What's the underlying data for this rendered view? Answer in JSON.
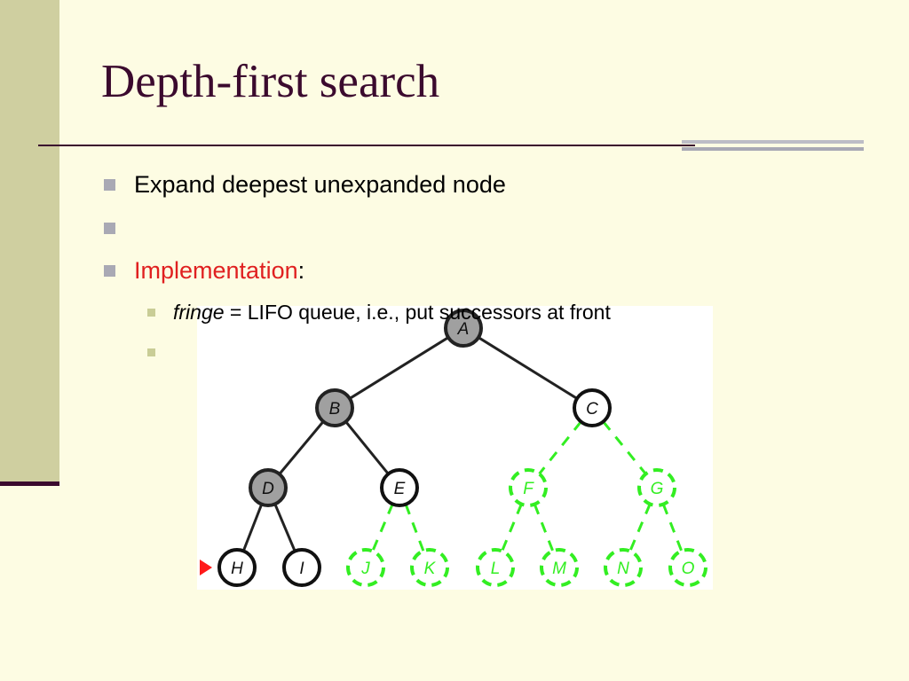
{
  "slide": {
    "title": "Depth-first search"
  },
  "bullets": [
    {
      "text": "Expand deepest unexpanded node"
    },
    {
      "text": ""
    },
    {
      "text": "Implementation",
      "suffix": ":"
    }
  ],
  "sub_bullets": [
    {
      "italic": "fringe",
      "text": " = LIFO queue, i.e., put successors at front"
    },
    {
      "text": ""
    }
  ],
  "tree": {
    "nodes": [
      {
        "id": "A",
        "state": "expanded"
      },
      {
        "id": "B",
        "state": "expanded"
      },
      {
        "id": "C",
        "state": "frontier"
      },
      {
        "id": "D",
        "state": "expanded"
      },
      {
        "id": "E",
        "state": "frontier"
      },
      {
        "id": "F",
        "state": "unvisited"
      },
      {
        "id": "G",
        "state": "unvisited"
      },
      {
        "id": "H",
        "state": "current"
      },
      {
        "id": "I",
        "state": "frontier"
      },
      {
        "id": "J",
        "state": "unvisited"
      },
      {
        "id": "K",
        "state": "unvisited"
      },
      {
        "id": "L",
        "state": "unvisited"
      },
      {
        "id": "M",
        "state": "unvisited"
      },
      {
        "id": "N",
        "state": "unvisited"
      },
      {
        "id": "O",
        "state": "unvisited"
      }
    ],
    "colors": {
      "expanded_fill": "#a0a0a0",
      "frontier_fill": "#ffffff",
      "unvisited": "#33ee22",
      "edge": "#222222",
      "pointer": "#ff1a1a"
    }
  }
}
